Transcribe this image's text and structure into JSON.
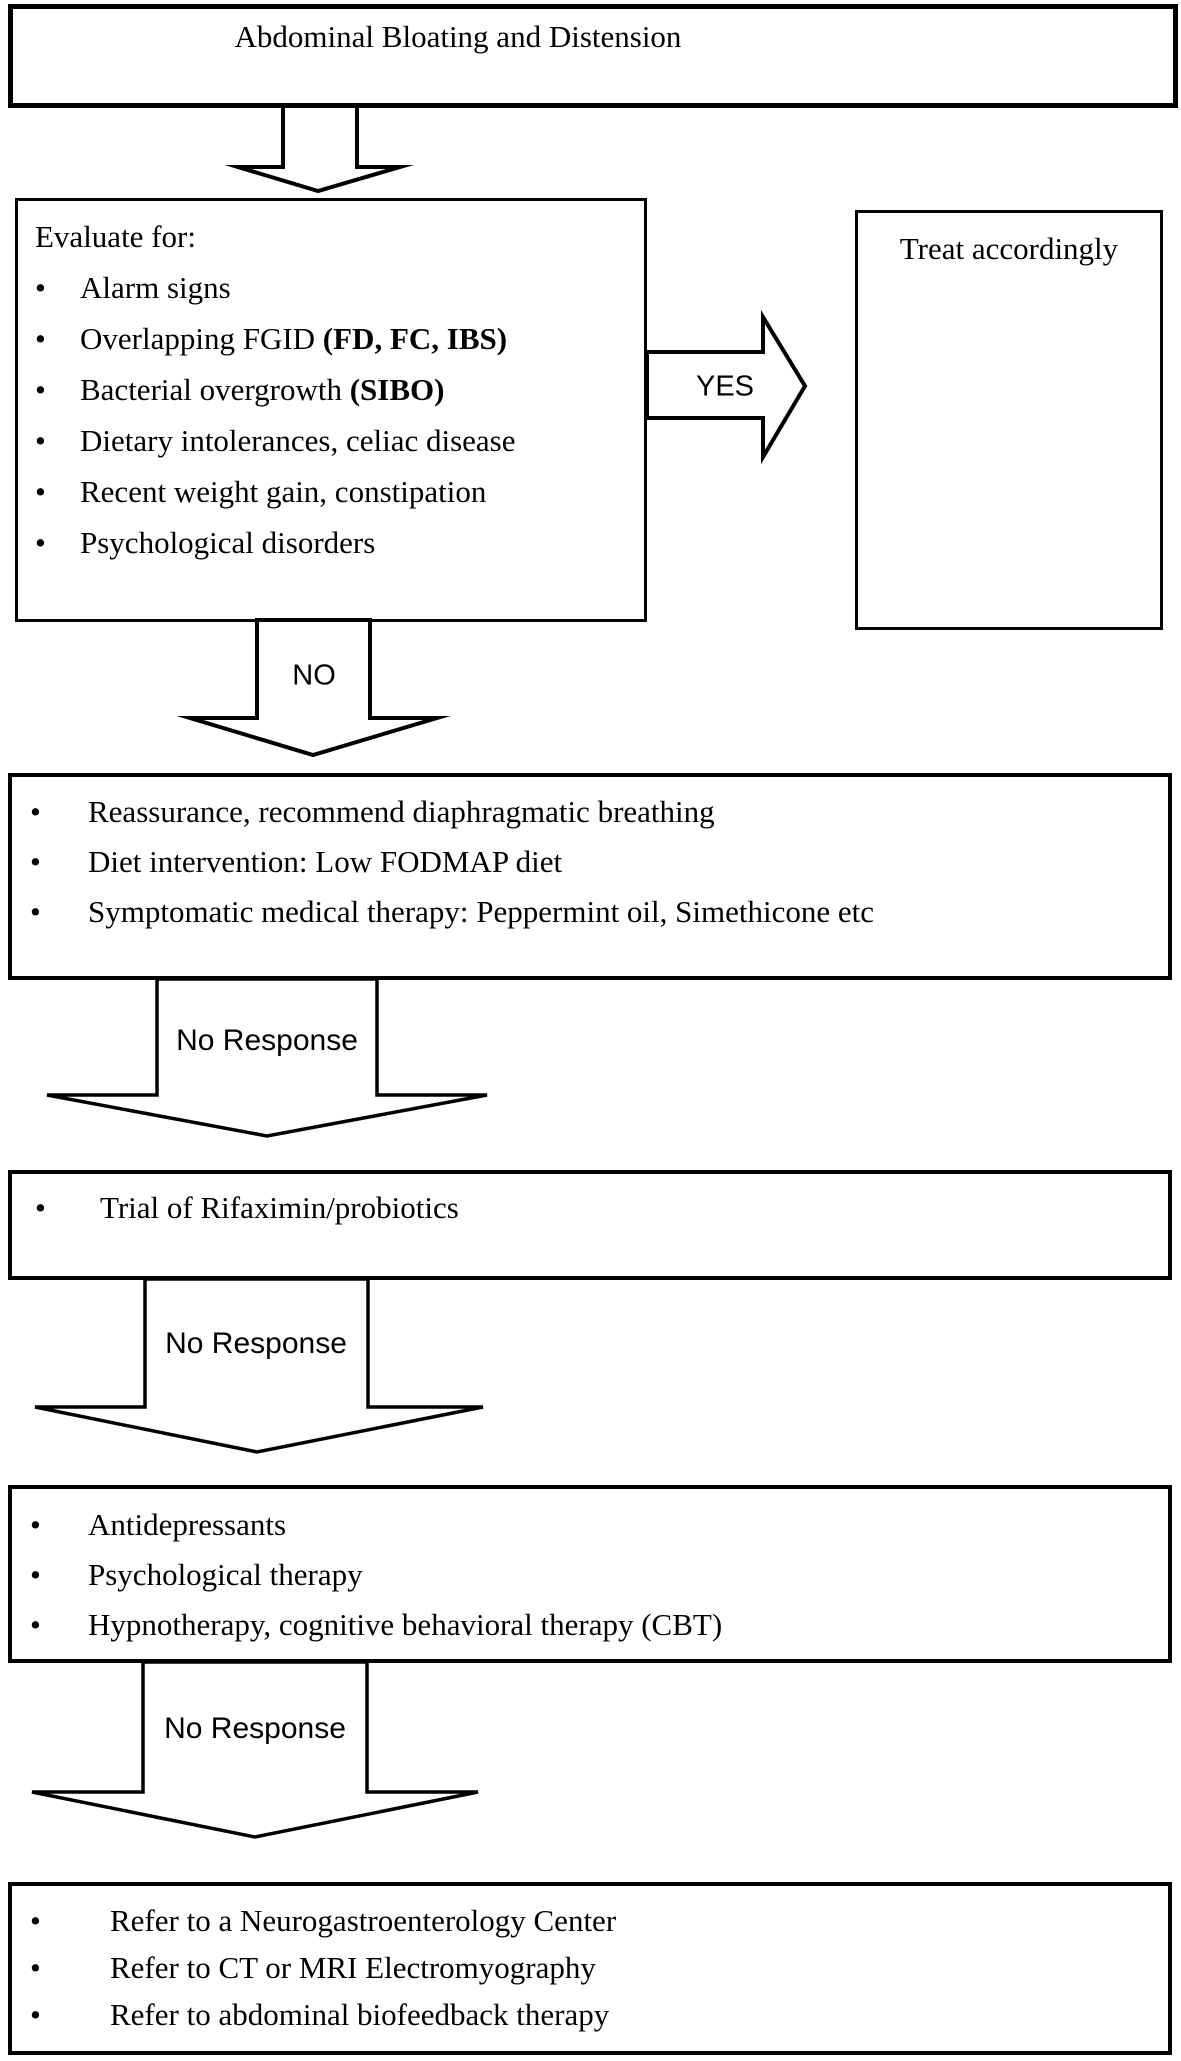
{
  "glyphs": {
    "bullet": "•"
  },
  "colors": {
    "ink": "#000000",
    "paper": "#ffffff"
  },
  "start_box": {
    "title": "Abdominal Bloating and Distension"
  },
  "evaluate_box": {
    "heading": "Evaluate for:",
    "items": [
      {
        "segments": [
          {
            "text": "Alarm signs"
          }
        ]
      },
      {
        "segments": [
          {
            "text": "Overlapping FGID "
          },
          {
            "text": "(FD, FC, IBS)",
            "bold": true
          }
        ]
      },
      {
        "segments": [
          {
            "text": "Bacterial overgrowth "
          },
          {
            "text": "(SIBO)",
            "bold": true
          }
        ]
      },
      {
        "segments": [
          {
            "text": "Dietary intolerances, celiac disease"
          }
        ]
      },
      {
        "segments": [
          {
            "text": "Recent weight gain, constipation"
          }
        ]
      },
      {
        "segments": [
          {
            "text": "Psychological disorders"
          }
        ]
      }
    ]
  },
  "treat_box": {
    "title": "Treat accordingly"
  },
  "conservative_box": {
    "items": [
      {
        "segments": [
          {
            "text": "Reassurance, recommend diaphragmatic breathing"
          }
        ]
      },
      {
        "segments": [
          {
            "text": "Diet intervention: Low FODMAP diet"
          }
        ]
      },
      {
        "segments": [
          {
            "text": "Symptomatic medical therapy: Peppermint oil, Simethicone etc"
          }
        ]
      }
    ]
  },
  "rifaximin_box": {
    "items": [
      {
        "segments": [
          {
            "text": "Trial of Rifaximin/probiotics"
          }
        ]
      }
    ]
  },
  "psych_box": {
    "items": [
      {
        "segments": [
          {
            "text": "Antidepressants"
          }
        ]
      },
      {
        "segments": [
          {
            "text": "Psychological therapy"
          }
        ]
      },
      {
        "segments": [
          {
            "text": "Hypnotherapy, cognitive behavioral therapy (CBT)"
          }
        ]
      }
    ]
  },
  "referral_box": {
    "items": [
      {
        "segments": [
          {
            "text": "Refer to a Neurogastroenterology Center"
          }
        ]
      },
      {
        "segments": [
          {
            "text": "Refer to CT or MRI Electromyography"
          }
        ]
      },
      {
        "segments": [
          {
            "text": "Refer to abdominal biofeedback therapy"
          }
        ]
      }
    ]
  },
  "connectors": {
    "yes_label": "YES",
    "no_label": "NO",
    "no_response_labels": [
      "No Response",
      "No Response",
      "No Response"
    ]
  }
}
